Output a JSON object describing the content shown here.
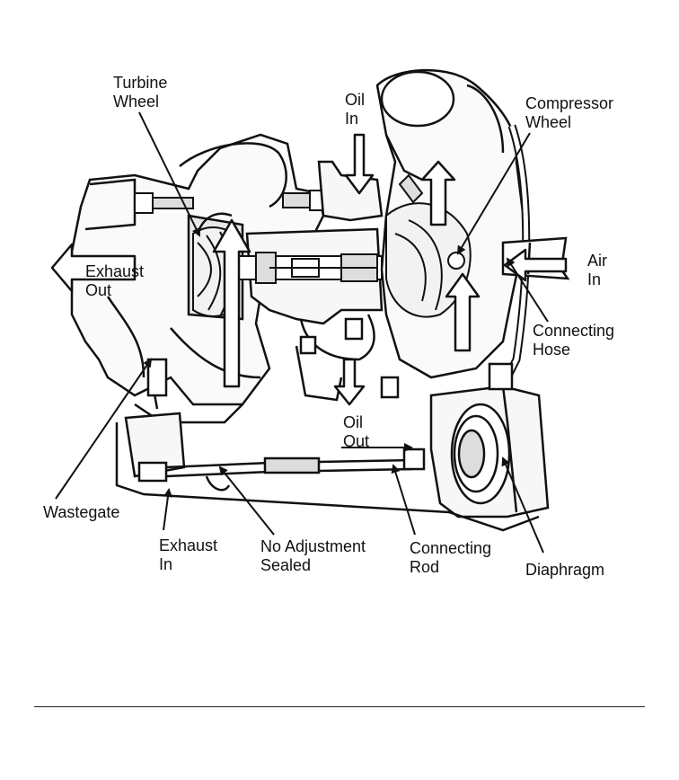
{
  "labels": {
    "turbine_wheel": "Turbine\nWheel",
    "oil_in": "Oil\nIn",
    "compressor_wheel": "Compressor\nWheel",
    "exhaust_out": "Exhaust\nOut",
    "air_in": "Air\nIn",
    "connecting_hose": "Connecting\nHose",
    "oil_out": "Oil\nOut",
    "wastegate": "Wastegate",
    "exhaust_in": "Exhaust\nIn",
    "no_adjustment_sealed": "No Adjustment\nSealed",
    "connecting_rod": "Connecting\nRod",
    "diaphragm": "Diaphragm"
  },
  "colors": {
    "ink": "#111111",
    "paper": "#ffffff",
    "shade": "#2a2a2a"
  }
}
